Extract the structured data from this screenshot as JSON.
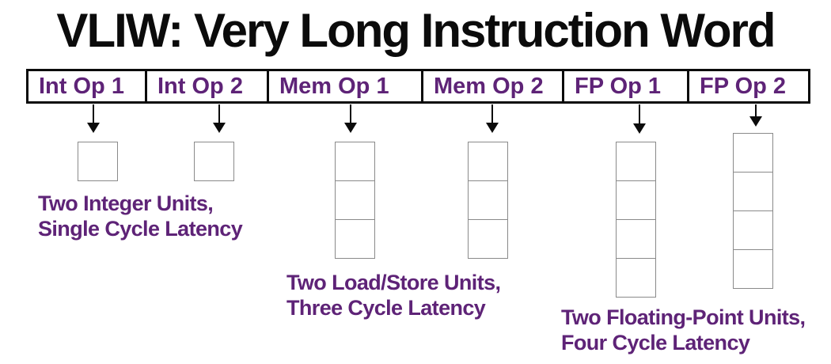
{
  "title": "VLIW: Very Long Instruction Word",
  "colors": {
    "purple_text": "#5e2377",
    "black": "#0b0b0b",
    "pipeline_cell_border": "#8a8a8a"
  },
  "instruction_word": {
    "slots": [
      {
        "label": "Int Op 1"
      },
      {
        "label": "Int Op 2"
      },
      {
        "label": "Mem Op 1"
      },
      {
        "label": "Mem Op 2"
      },
      {
        "label": "FP Op 1"
      },
      {
        "label": "FP Op 2"
      }
    ]
  },
  "units": [
    {
      "name": "integer-unit-1",
      "slot": "Int Op 1",
      "pipeline_cells": 1
    },
    {
      "name": "integer-unit-2",
      "slot": "Int Op 2",
      "pipeline_cells": 1
    },
    {
      "name": "load-store-unit-1",
      "slot": "Mem Op 1",
      "pipeline_cells": 3
    },
    {
      "name": "load-store-unit-2",
      "slot": "Mem Op 2",
      "pipeline_cells": 3
    },
    {
      "name": "floating-point-unit-1",
      "slot": "FP Op 1",
      "pipeline_cells": 4
    },
    {
      "name": "floating-point-unit-2",
      "slot": "FP Op 2",
      "pipeline_cells": 4
    }
  ],
  "annotations": {
    "integer": {
      "line1": "Two Integer Units,",
      "line2": "Single Cycle Latency"
    },
    "load_store": {
      "line1": "Two Load/Store Units,",
      "line2": "Three Cycle Latency"
    },
    "floating_point": {
      "line1": "Two Floating-Point Units,",
      "line2": "Four Cycle Latency"
    }
  }
}
